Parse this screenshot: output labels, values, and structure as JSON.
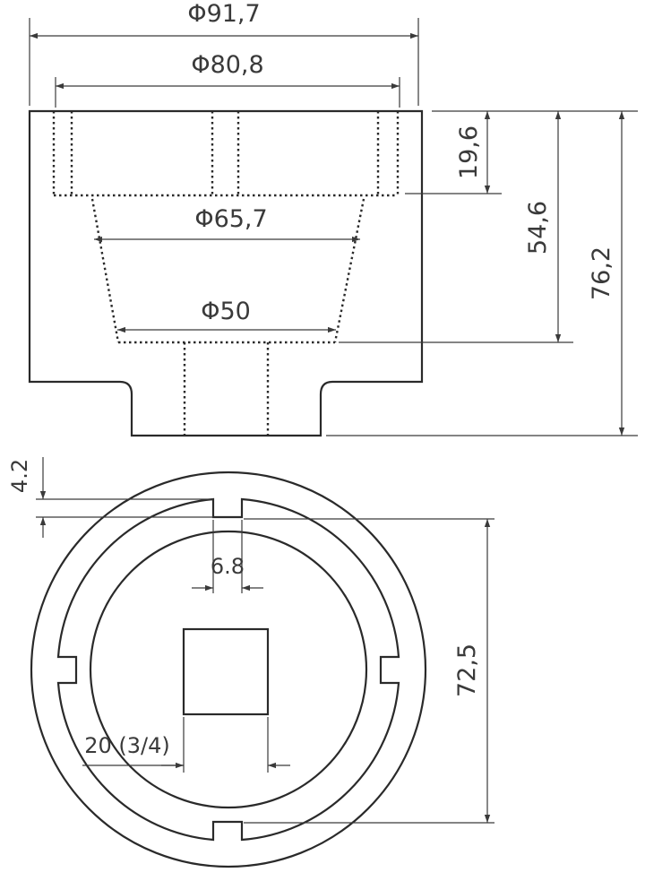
{
  "side_view": {
    "dim_overall_diameter": "Φ91,7",
    "dim_inner_diameter": "Φ80,8",
    "dim_cone_top_diameter": "Φ65,7",
    "dim_cone_bottom_diameter": "Φ50",
    "dim_recess_depth": "19,6",
    "dim_cone_depth": "54,6",
    "dim_total_height": "76,2"
  },
  "top_view": {
    "dim_ring_width": "4.2",
    "dim_slot_width": "6.8",
    "dim_inner_span": "72,5",
    "dim_square_drive": "20 (3/4)"
  }
}
